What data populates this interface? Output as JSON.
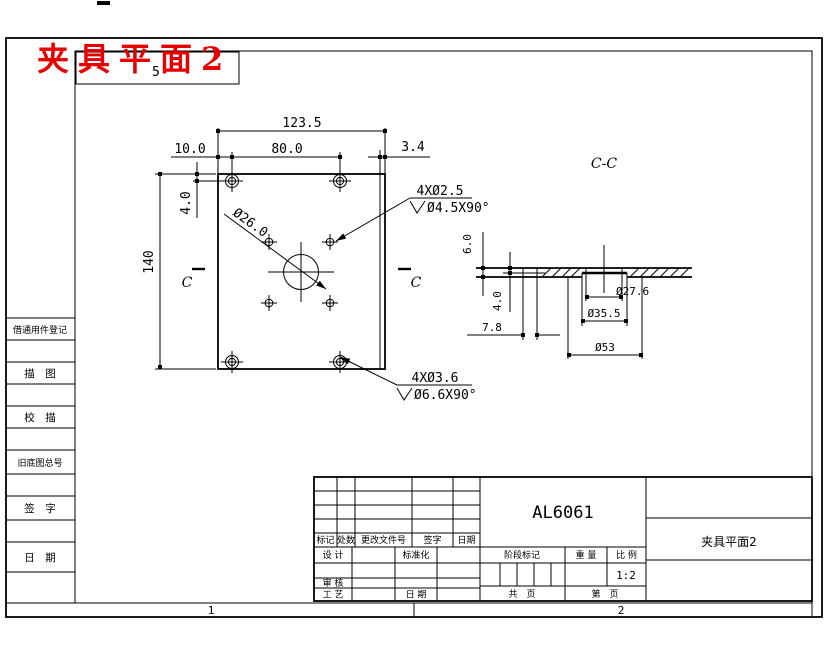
{
  "page": {
    "title_red": "夹具平面2",
    "title_zone_number": "5"
  },
  "border": {
    "zones": {
      "z1": "1",
      "z2": "2"
    }
  },
  "sidebar": {
    "items": [
      {
        "label": "借通用件登记"
      },
      {
        "label": "描　图"
      },
      {
        "label": "校　描"
      },
      {
        "label": "旧底图总号"
      },
      {
        "label": "签　字"
      },
      {
        "label": "日　期"
      }
    ]
  },
  "main_view": {
    "dim_width": "123.5",
    "dim_left_offset": "10.0",
    "dim_hole_pitch": "80.0",
    "dim_right_step": "3.4",
    "dim_top_offset": "4.0",
    "dim_height": "140",
    "dim_center_bore": "Ø26.0",
    "label_small_holes_1": "4XØ2.5",
    "label_small_holes_2": "Ø4.5X90°",
    "label_corner_holes_1": "4XØ3.6",
    "label_corner_holes_2": "Ø6.6X90°",
    "section_mark": "C"
  },
  "section_view": {
    "title": "C-C",
    "dim_thickness": "6.0",
    "dim_recess_depth": "4.0",
    "dim_edge_offset": "7.8",
    "dim_through_hole": "Ø27.6",
    "dim_recess": "Ø35.5",
    "dim_counterbore": "Ø53"
  },
  "title_block": {
    "material": "AL6061",
    "part_name": "夹具平面2",
    "revision_headers": [
      "标记",
      "处数",
      "更改文件号",
      "签字",
      "日期"
    ],
    "fields": {
      "design": "设 计",
      "standardization": "标准化",
      "audit": "审 核",
      "process": "工 艺",
      "date": "日 期",
      "stage_mark": "阶段标记",
      "weight": "重 量",
      "scale_label": "比 例",
      "scale_value": "1:2",
      "sheet_total": "共　页",
      "sheet_number": "第　页"
    }
  }
}
